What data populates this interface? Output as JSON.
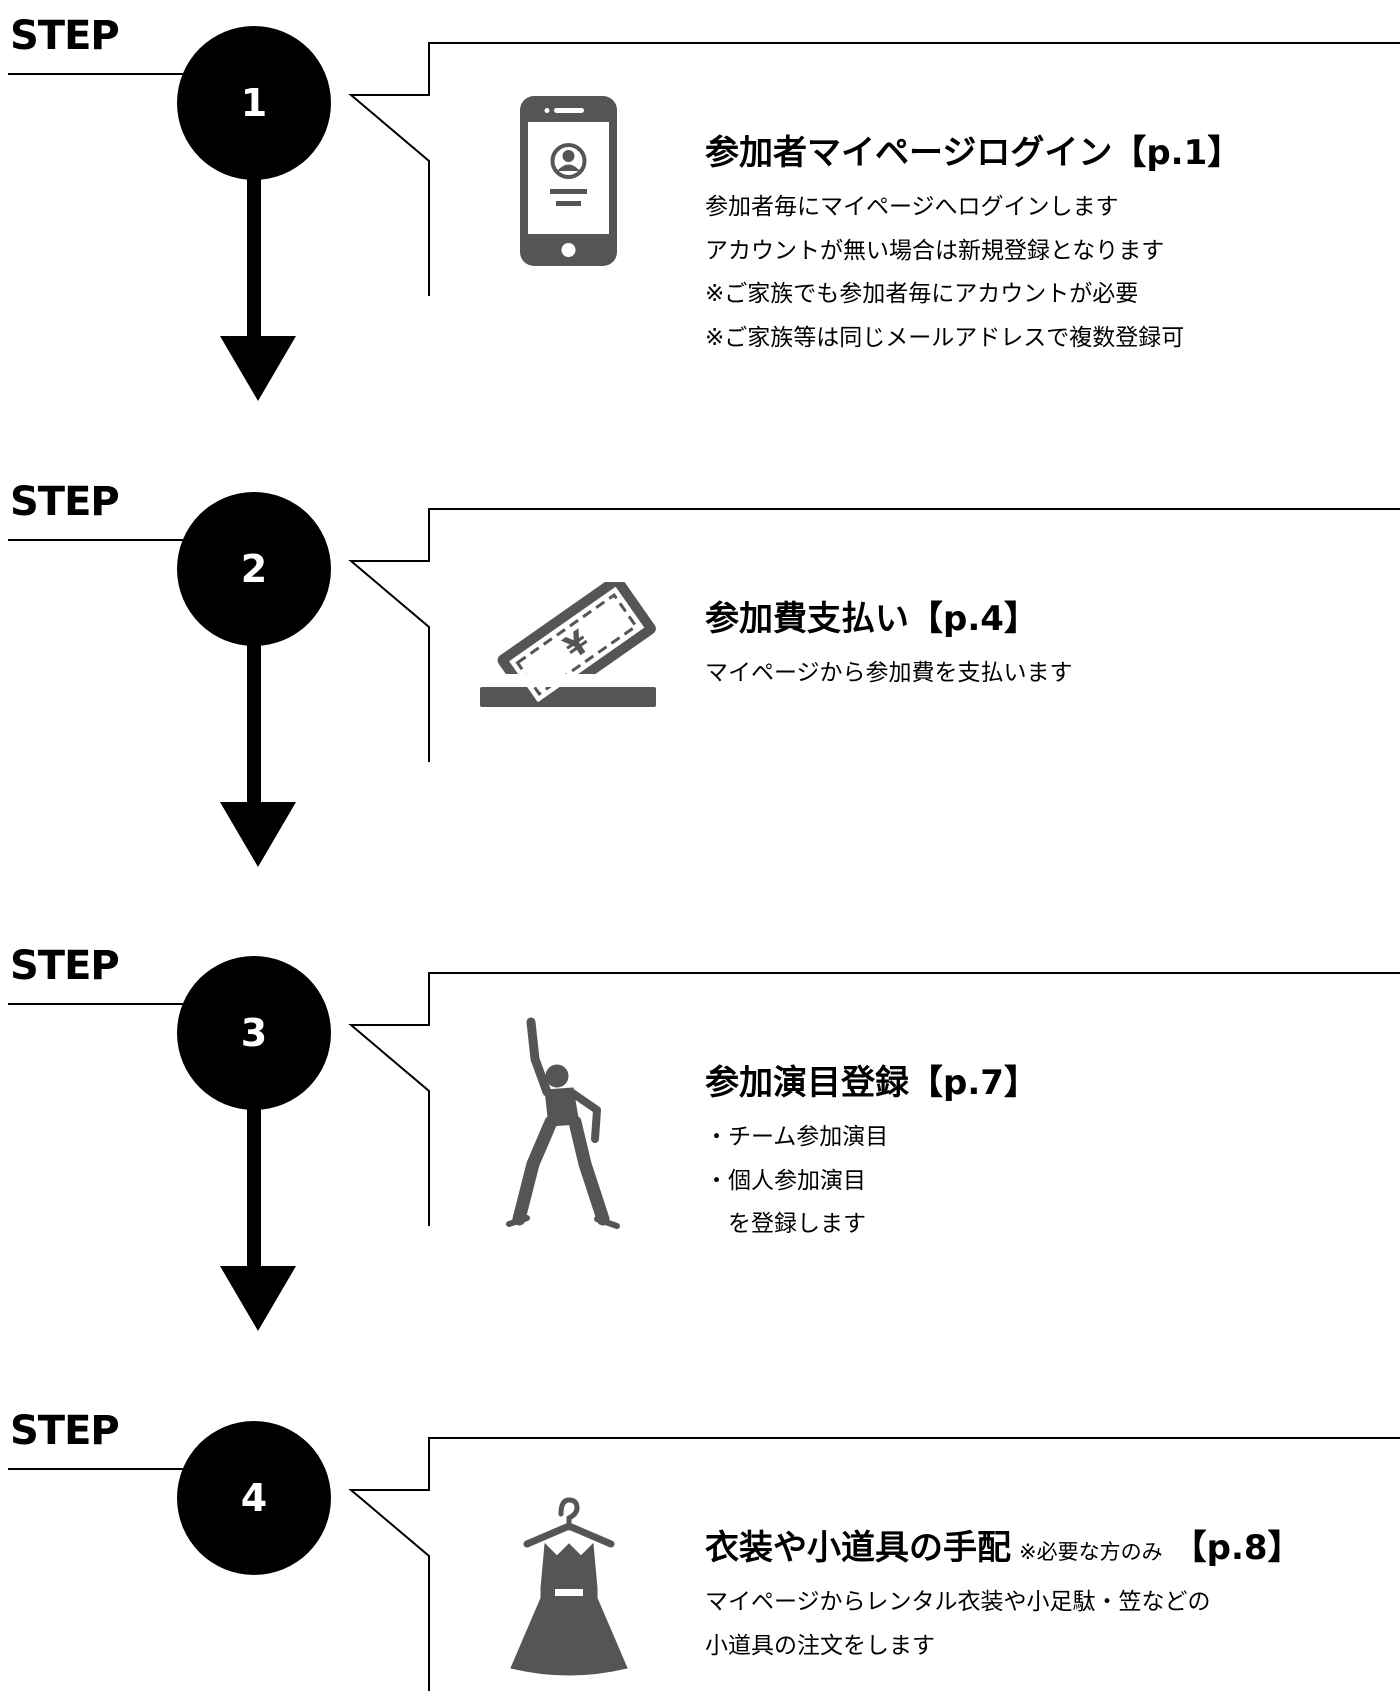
{
  "steps": [
    {
      "label": "STEP",
      "number": "1",
      "title": "参加者マイページログイン【p.1】",
      "lines": [
        "参加者毎にマイページへログインします",
        "アカウントが無い場合は新規登録となります",
        "※ご家族でも参加者毎にアカウントが必要",
        "※ご家族等は同じメールアドレスで複数登録可"
      ],
      "icon": "smartphone-user-icon"
    },
    {
      "label": "STEP",
      "number": "2",
      "title": "参加費支払い【p.4】",
      "lines": [
        "マイページから参加費を支払います"
      ],
      "icon": "yen-ticket-icon"
    },
    {
      "label": "STEP",
      "number": "3",
      "title": "参加演目登録【p.7】",
      "lines": [
        "・チーム参加演目",
        "・個人参加演目",
        "　を登録します"
      ],
      "icon": "dancer-icon"
    },
    {
      "label": "STEP",
      "number": "4",
      "title_main": "衣装や小道具の手配",
      "title_note": "※必要な方のみ",
      "title_ref": "【p.8】",
      "lines": [
        "マイページからレンタル衣装や小足駄・笠などの",
        "小道具の注文をします"
      ],
      "icon": "dress-hanger-icon"
    }
  ]
}
